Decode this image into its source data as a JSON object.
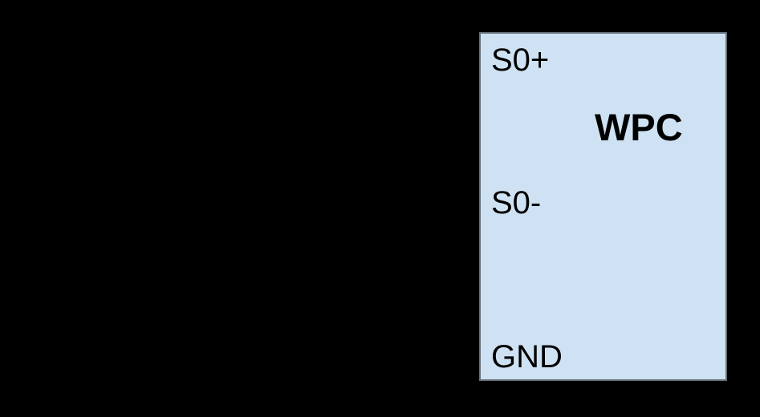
{
  "diagram": {
    "title": "WPC",
    "pins": [
      {
        "label": "S0+"
      },
      {
        "label": "S0-"
      },
      {
        "label": "GND"
      }
    ]
  },
  "colors": {
    "background": "#000000",
    "block_fill": "#cfe2f3",
    "block_border": "#66707a",
    "text": "#000000"
  }
}
